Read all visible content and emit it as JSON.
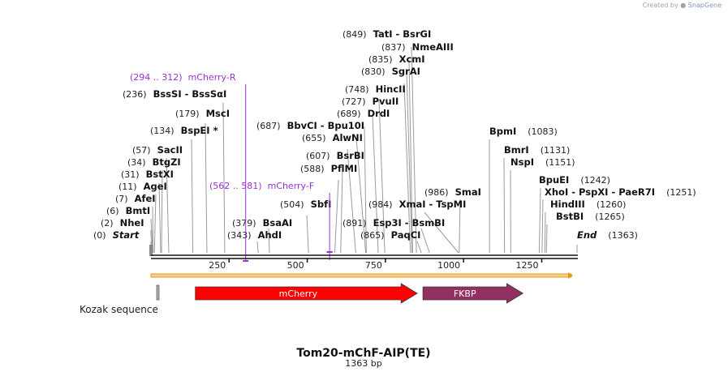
{
  "credit": {
    "prefix": "Created by",
    "brand": "SnapGene"
  },
  "title": "Tom20-mChF-AIP(TE)",
  "subtitle": "1363 bp",
  "sequence_length": 1363,
  "scale_ticks": [
    {
      "value": 250,
      "label": "250"
    },
    {
      "value": 500,
      "label": "500"
    },
    {
      "value": 750,
      "label": "750"
    },
    {
      "value": 1000,
      "label": "1000"
    },
    {
      "value": 1250,
      "label": "1250"
    }
  ],
  "enzymes": [
    {
      "pos": "(849)",
      "text": "TatI  -  BsrGI",
      "cut": 849
    },
    {
      "pos": "(837)",
      "text": "NmeAIII",
      "cut": 837
    },
    {
      "pos": "(835)",
      "text": "XcmI",
      "cut": 835
    },
    {
      "pos": "(830)",
      "text": "SgrAI",
      "cut": 830
    },
    {
      "pos": "(748)",
      "text": "HincII",
      "cut": 748
    },
    {
      "pos": "(727)",
      "text": "PvuII",
      "cut": 727
    },
    {
      "pos": "(689)",
      "text": "DrdI",
      "cut": 689
    },
    {
      "pos": "(687)",
      "text": "BbvCI  -  Bpu10I",
      "cut": 687
    },
    {
      "pos": "(655)",
      "text": "AlwNI",
      "cut": 655
    },
    {
      "pos": "(607)",
      "text": "BsrBI",
      "cut": 607
    },
    {
      "pos": "(588)",
      "text": "PflMI",
      "cut": 588
    },
    {
      "pos": "(504)",
      "text": "SbfI",
      "cut": 504
    },
    {
      "pos": "(236)",
      "text": "BssSI  -  BssSαI",
      "cut": 236
    },
    {
      "pos": "(179)",
      "text": "MscI",
      "cut": 179
    },
    {
      "pos": "(134)",
      "text": "BspEI *",
      "cut": 134
    },
    {
      "pos": "(57)",
      "text": "SacII",
      "cut": 57
    },
    {
      "pos": "(34)",
      "text": "BtgZI",
      "cut": 34
    },
    {
      "pos": "(31)",
      "text": "BstXI",
      "cut": 31
    },
    {
      "pos": "(11)",
      "text": "AgeI",
      "cut": 11
    },
    {
      "pos": "(7)",
      "text": "AfeI",
      "cut": 7
    },
    {
      "pos": "(6)",
      "text": "BmtI",
      "cut": 6
    },
    {
      "pos": "(2)",
      "text": "NheI",
      "cut": 2
    },
    {
      "pos": "(0)",
      "text": "Start",
      "cut": 0,
      "italic": true
    },
    {
      "pos": "(379)",
      "text": "BsaAI",
      "cut": 379
    },
    {
      "pos": "(343)",
      "text": "AhdI",
      "cut": 343
    },
    {
      "pos": "(986)",
      "text": "SmaI",
      "cut": 986
    },
    {
      "pos": "(984)",
      "text": "XmaI  -  TspMI",
      "cut": 984
    },
    {
      "pos": "(891)",
      "text": "Esp3I  -  BsmBI",
      "cut": 891
    },
    {
      "pos": "(865)",
      "text": "PaqCI",
      "cut": 865
    },
    {
      "pos": "(1083)",
      "text": "BpmI",
      "cut": 1083,
      "pos_after": true
    },
    {
      "pos": "(1131)",
      "text": "BmrI",
      "cut": 1131,
      "pos_after": true
    },
    {
      "pos": "(1151)",
      "text": "NspI",
      "cut": 1151,
      "pos_after": true
    },
    {
      "pos": "(1242)",
      "text": "BpuEI",
      "cut": 1242,
      "pos_after": true
    },
    {
      "pos": "(1251)",
      "text": "XhoI  -  PspXI  -  PaeR7I",
      "cut": 1251,
      "pos_after": true
    },
    {
      "pos": "(1260)",
      "text": "HindIII",
      "cut": 1260,
      "pos_after": true
    },
    {
      "pos": "(1265)",
      "text": "BstBI",
      "cut": 1265,
      "pos_after": true
    },
    {
      "pos": "(1363)",
      "text": "End",
      "cut": 1363,
      "pos_after": true,
      "italic": true
    }
  ],
  "primers": [
    {
      "range": "(294 .. 312)",
      "name": "mCherry-R",
      "start": 294,
      "end": 312
    },
    {
      "range": "(562 .. 581)",
      "name": "mCherry-F",
      "start": 562,
      "end": 581
    }
  ],
  "features": [
    {
      "name": "mCherry",
      "start": 142,
      "end": 852,
      "color": "#ff0000",
      "text_color": "#ffffff"
    },
    {
      "name": "FKBP",
      "start": 870,
      "end": 1190,
      "color": "#933061",
      "text_color": "#ffffff"
    },
    {
      "name": "Kozak sequence",
      "start": 20,
      "end": 28,
      "color": "#b0b0b0",
      "text_color": "#222222"
    }
  ],
  "colors": {
    "primer": "#9b30d9",
    "orf_fill": "#f5d090",
    "orf_stroke": "#e39a1d",
    "backbone": "#111111"
  }
}
